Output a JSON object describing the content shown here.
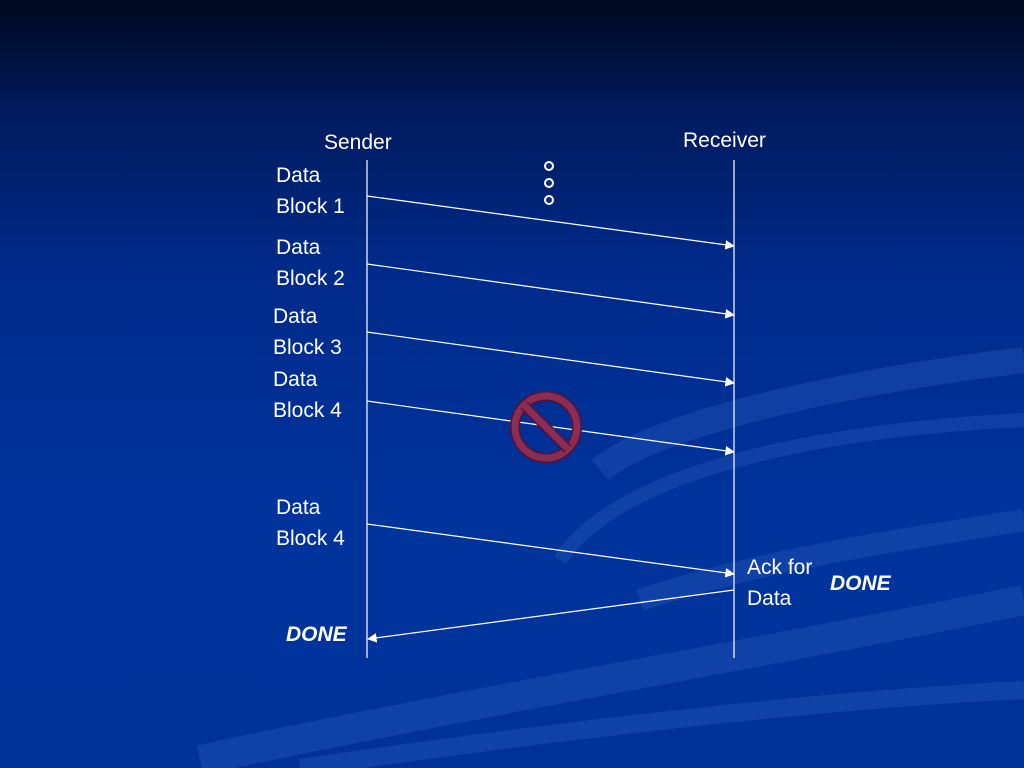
{
  "participants": {
    "sender": "Sender",
    "receiver": "Receiver"
  },
  "messages": [
    {
      "line1": "Data",
      "line2": "Block 1",
      "lost": false
    },
    {
      "line1": "Data",
      "line2": "Block 2",
      "lost": false
    },
    {
      "line1": "Data",
      "line2": "Block 3",
      "lost": false
    },
    {
      "line1": "Data",
      "line2": "Block 4",
      "lost": true
    },
    {
      "line1": "Data",
      "line2": "Block 4",
      "lost": false
    }
  ],
  "ack": {
    "line1": "Ack for",
    "line2": "Data",
    "tag": "DONE"
  },
  "sender_done": "DONE",
  "colors": {
    "lines": "#ffffff",
    "lost_symbol_fill": "#8a2d55",
    "lost_symbol_stroke": "#5a1030"
  },
  "icons": {
    "continuation": "vertical-ellipsis-icon",
    "lost": "prohibited-icon"
  }
}
